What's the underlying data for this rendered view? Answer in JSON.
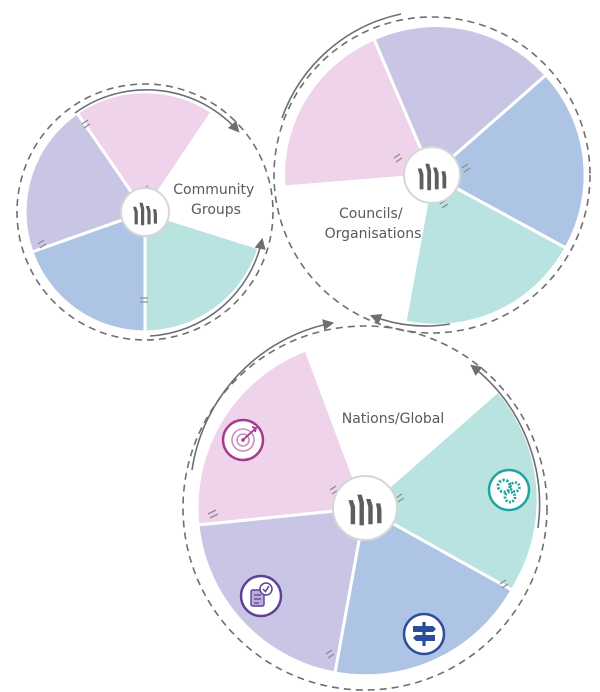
{
  "cycles": [
    {
      "id": "community",
      "label_lines": [
        "Community",
        "Groups"
      ],
      "icons": []
    },
    {
      "id": "councils",
      "label_lines": [
        "Councils/",
        "Organisations"
      ],
      "icons": []
    },
    {
      "id": "nations",
      "label_lines": [
        "Nations/Global"
      ],
      "icons": [
        "target-icon",
        "gears-icon",
        "document-check-icon",
        "signpost-icon"
      ]
    }
  ],
  "colors": {
    "pink": "#eed3ea",
    "purple": "#c9c5e5",
    "blue": "#adc4e4",
    "teal": "#b9e3e0",
    "dashed_ring": "#6c6f73",
    "arrow_arc": "#6c6f73",
    "hub_border": "#d6d6d6",
    "hands": "#5c5f62",
    "target_icon": "#a8398d",
    "gears_icon": "#1ea5a0",
    "document_icon": "#5f3f97",
    "signpost_icon": "#2c4c9c"
  }
}
